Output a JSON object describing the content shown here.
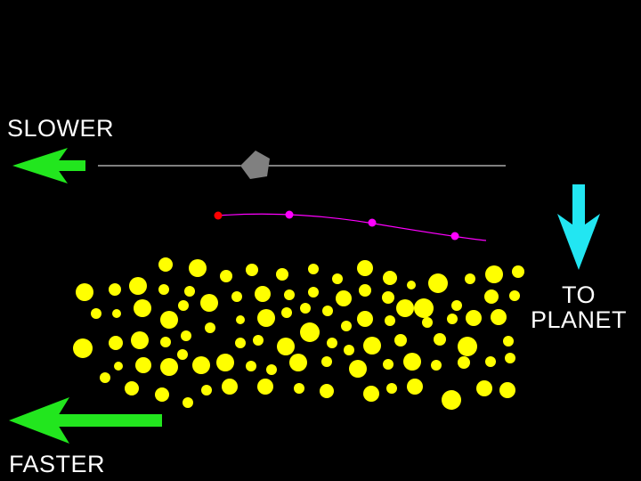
{
  "labels": {
    "slower": "SLOWER",
    "faster": "FASTER",
    "to_planet_line1": "TO",
    "to_planet_line2": "PLANET"
  },
  "colors": {
    "background": "#000000",
    "fast_arrow": "#22e61e",
    "planet_arrow": "#22e6f2",
    "particles": "#ffff00",
    "moonlet": "#808080",
    "track": "#ff00ff",
    "track_start": "#ff0000",
    "orbit_line": "#ffffff"
  },
  "icons": {
    "slower_arrow": "arrow-left-icon",
    "faster_arrow": "arrow-left-icon",
    "planet_arrow": "arrow-down-icon",
    "moonlet": "pentagon-icon"
  }
}
